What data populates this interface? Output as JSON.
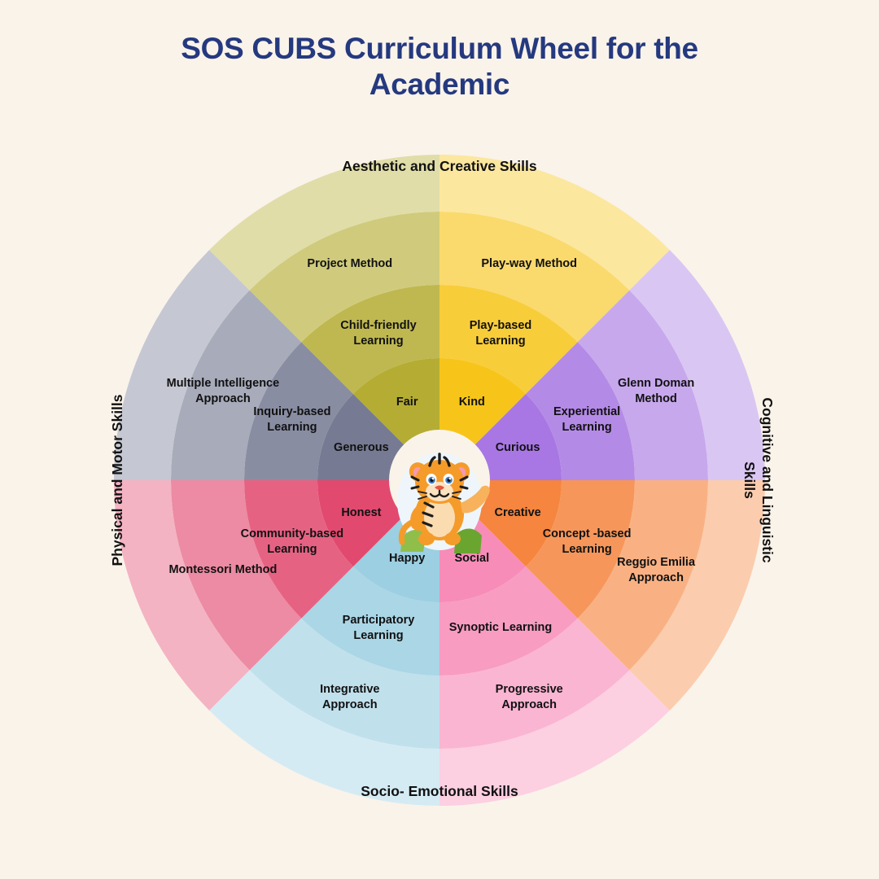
{
  "title": {
    "line1": "SOS CUBS Curriculum Wheel for the",
    "line2": "Academic",
    "color": "#25397f"
  },
  "background_color": "#faf3ea",
  "center": {
    "mascot": "tiger-cub-mascot"
  },
  "axis_labels": {
    "top": "Aesthetic and Creative Skills",
    "right_line1": "Cognitive and Linguistic",
    "right_line2": "Skills",
    "bottom": "Socio- Emotional Skills",
    "left": "Physical and Motor Skills"
  },
  "chart_data": {
    "type": "pie",
    "title": "SOS CUBS Curriculum Wheel for the Academic",
    "rings": 4,
    "sectors": 8,
    "ring_names": [
      "values",
      "learning-approach",
      "method-inner",
      "method-outer"
    ],
    "quadrants": [
      {
        "name": "Aesthetic and Creative Skills",
        "position": "top",
        "color": "#f5c518"
      },
      {
        "name": "Cognitive and Linguistic Skills",
        "position": "right",
        "color": "#a97fe0"
      },
      {
        "name": "Socio- Emotional Skills",
        "position": "bottom",
        "color": "#f79ac0"
      },
      {
        "name": "Physical and Motor Skills",
        "position": "left",
        "color": "#b9bcc9"
      }
    ],
    "segments": [
      {
        "id": "play",
        "quadrant": "Aesthetic and Creative Skills",
        "base_color": "#f7c51a",
        "ring1": "Kind",
        "ring2": "Play-based Learning",
        "ring3": "Play-way Method",
        "ring4": ""
      },
      {
        "id": "experiential",
        "quadrant": "Cognitive and Linguistic Skills",
        "base_color": "#a877e3",
        "ring1": "Curious",
        "ring2": "Experiential Learning",
        "ring3": "Glenn Doman Method",
        "ring4": ""
      },
      {
        "id": "concept",
        "quadrant": "Cognitive and Linguistic Skills",
        "base_color": "#f5853f",
        "ring1": "Creative",
        "ring2": "Concept -based Learning",
        "ring3": "Reggio Emilia Approach",
        "ring4": ""
      },
      {
        "id": "synoptic",
        "quadrant": "Socio- Emotional Skills",
        "base_color": "#f78cb8",
        "ring1": "Social",
        "ring2": "Synoptic Learning",
        "ring3": "Progressive Approach",
        "ring4": ""
      },
      {
        "id": "participatory",
        "quadrant": "Socio- Emotional Skills",
        "base_color": "#9ccfe2",
        "ring1": "Happy",
        "ring2": "Participatory Learning",
        "ring3": "Integrative Approach",
        "ring4": ""
      },
      {
        "id": "community",
        "quadrant": "Physical and Motor Skills",
        "base_color": "#e2496f",
        "ring1": "Honest",
        "ring2": "Community-based Learning",
        "ring3": "Montessori Method",
        "ring4": ""
      },
      {
        "id": "inquiry",
        "quadrant": "Physical and Motor Skills",
        "base_color": "#767b93",
        "ring1": "Generous",
        "ring2": "Inquiry-based Learning",
        "ring3": "Multiple Intelligence Approach",
        "ring4": ""
      },
      {
        "id": "project",
        "quadrant": "Aesthetic and Creative Skills",
        "base_color": "#b5ad33",
        "ring1": "Fair",
        "ring2": "Child-friendly Learning",
        "ring3": "Project Method",
        "ring4": ""
      }
    ]
  }
}
